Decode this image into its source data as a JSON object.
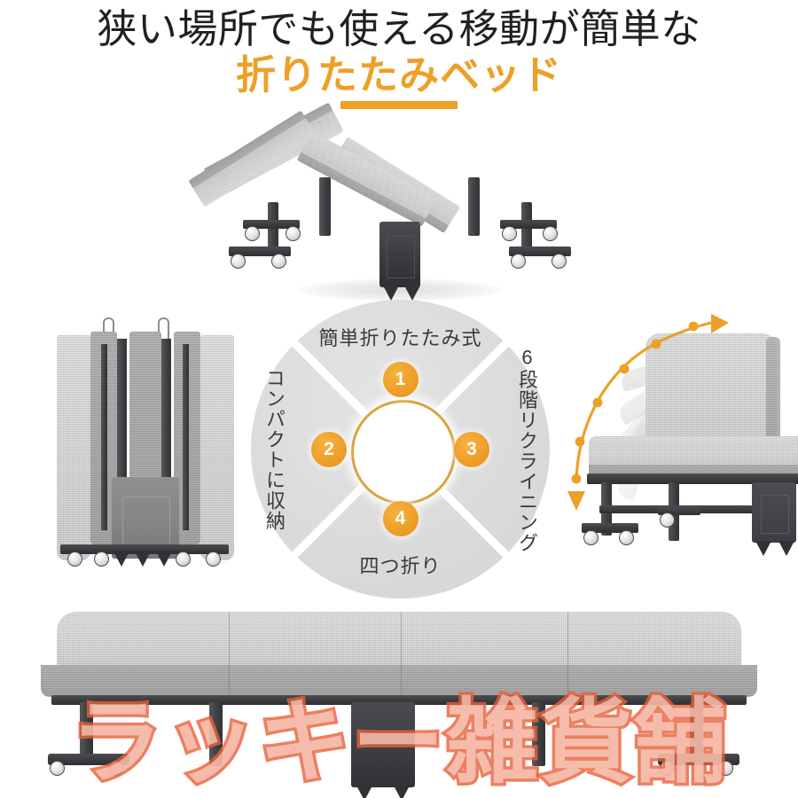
{
  "headline": {
    "line1": "狭い場所でも使える移動が簡単な",
    "line2": "折りたたみベッド"
  },
  "feature_wheel": {
    "labels": {
      "top": "簡単折りたたみ式",
      "right": "6段階リクライニング",
      "left": "コンパクトに収納",
      "bottom": "四つ折り"
    },
    "badges": [
      "1",
      "2",
      "3",
      "4"
    ]
  },
  "illustrations": {
    "top_bed": "folded-w-shape-bed",
    "left_bed": "vertically-folded-compact-bed",
    "right_bed": "reclining-backrest-bed",
    "bottom_bed": "fully-unfolded-flat-bed"
  },
  "recline": {
    "arc_label": "6-step-recline-arc",
    "steps": 6
  },
  "watermark": {
    "text": "ラッキー雑貨舗"
  },
  "colors": {
    "accent_orange": "#eda028",
    "badge_orange": "#ee9f28",
    "hub_ring": "#d9a441",
    "wheel_gray": "#dcdcdc",
    "headline_dark": "#231f20",
    "watermark_coral": "#e8623c",
    "mattress_gray": "#cccccc",
    "frame_dark": "#343639",
    "background": "#ffffff"
  }
}
